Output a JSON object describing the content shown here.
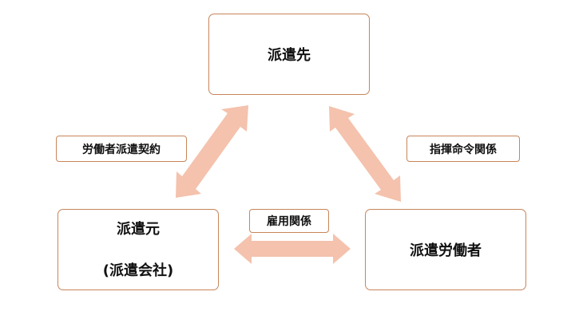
{
  "nodes": {
    "dispatch_destination": "派遣先",
    "dispatch_origin": "派遣元",
    "dispatch_origin_sub": "(派遣会社)",
    "dispatched_worker": "派遣労働者"
  },
  "relations": {
    "worker_dispatch_contract": "労働者派遣契約",
    "command_relationship": "指揮命令関係",
    "employment_relationship": "雇用関係"
  },
  "colors": {
    "arrow": "#f4c2ad",
    "box_border": "#c8855a"
  }
}
